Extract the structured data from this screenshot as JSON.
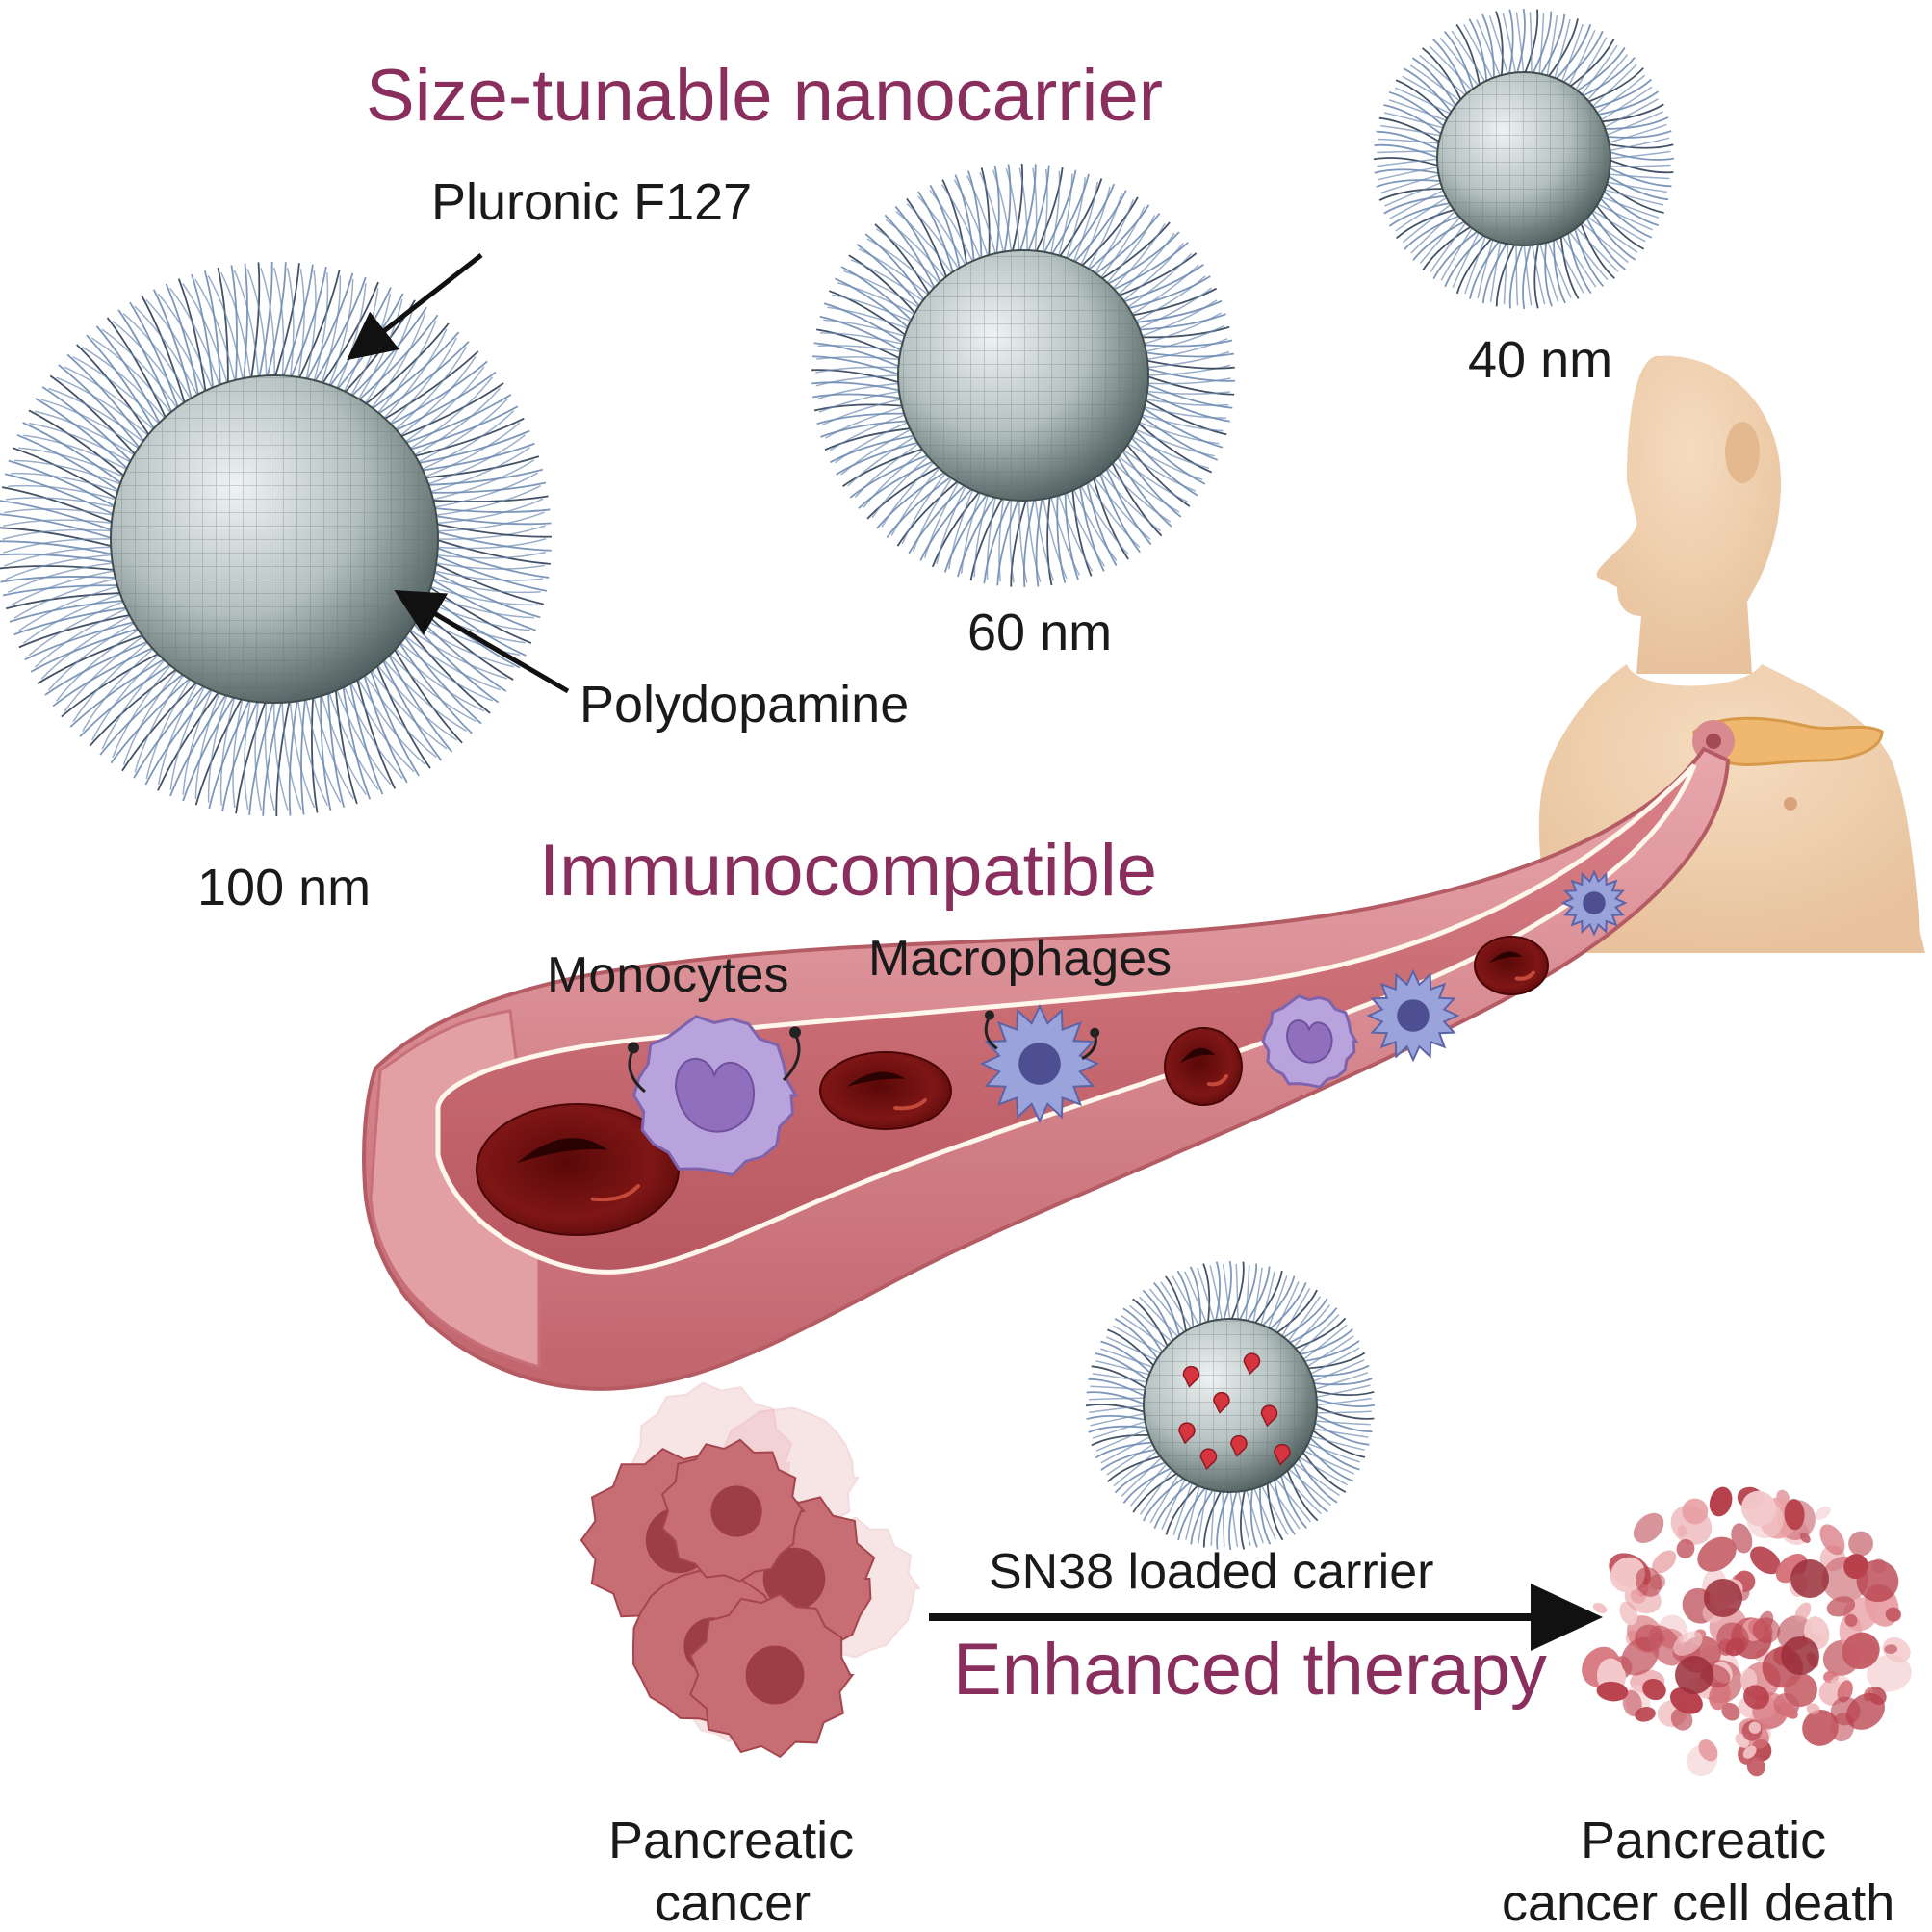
{
  "colors": {
    "heading": "#8a2e5e",
    "text": "#1a1a1a",
    "brush": "#6f8cb3",
    "core": "#b8c3c3",
    "vessel_outer": "#d98f95",
    "vessel_inner": "#c96b73",
    "rbc": "#7a1414",
    "immune": "#a990cf",
    "skin": "#efcfae",
    "cancer": "#c76d74"
  },
  "headings": {
    "nanocarrier": "Size-tunable nanocarrier",
    "immuno": "Immunocompatible",
    "therapy": "Enhanced therapy"
  },
  "labels": {
    "pluronic": "Pluronic F127",
    "polydopamine": "Polydopamine",
    "size_100": "100 nm",
    "size_60": "60 nm",
    "size_40": "40 nm",
    "monocytes": "Monocytes",
    "macrophages": "Macrophages",
    "sn38": "SN38 loaded carrier",
    "cancer_line1": "Pancreatic",
    "cancer_line2": "cancer",
    "death_line1": "Pancreatic",
    "death_line2": "cancer cell death"
  },
  "icons": {
    "nanocarrier": "nanoparticle-icon",
    "human": "human-torso-icon",
    "vessel": "blood-vessel-icon",
    "rbc": "red-blood-cell-icon",
    "monocyte": "monocyte-icon",
    "macrophage": "macrophage-icon",
    "cancer": "cancer-cell-cluster-icon",
    "dead_cells": "dying-cell-cluster-icon",
    "arrow": "arrow-right-icon"
  }
}
